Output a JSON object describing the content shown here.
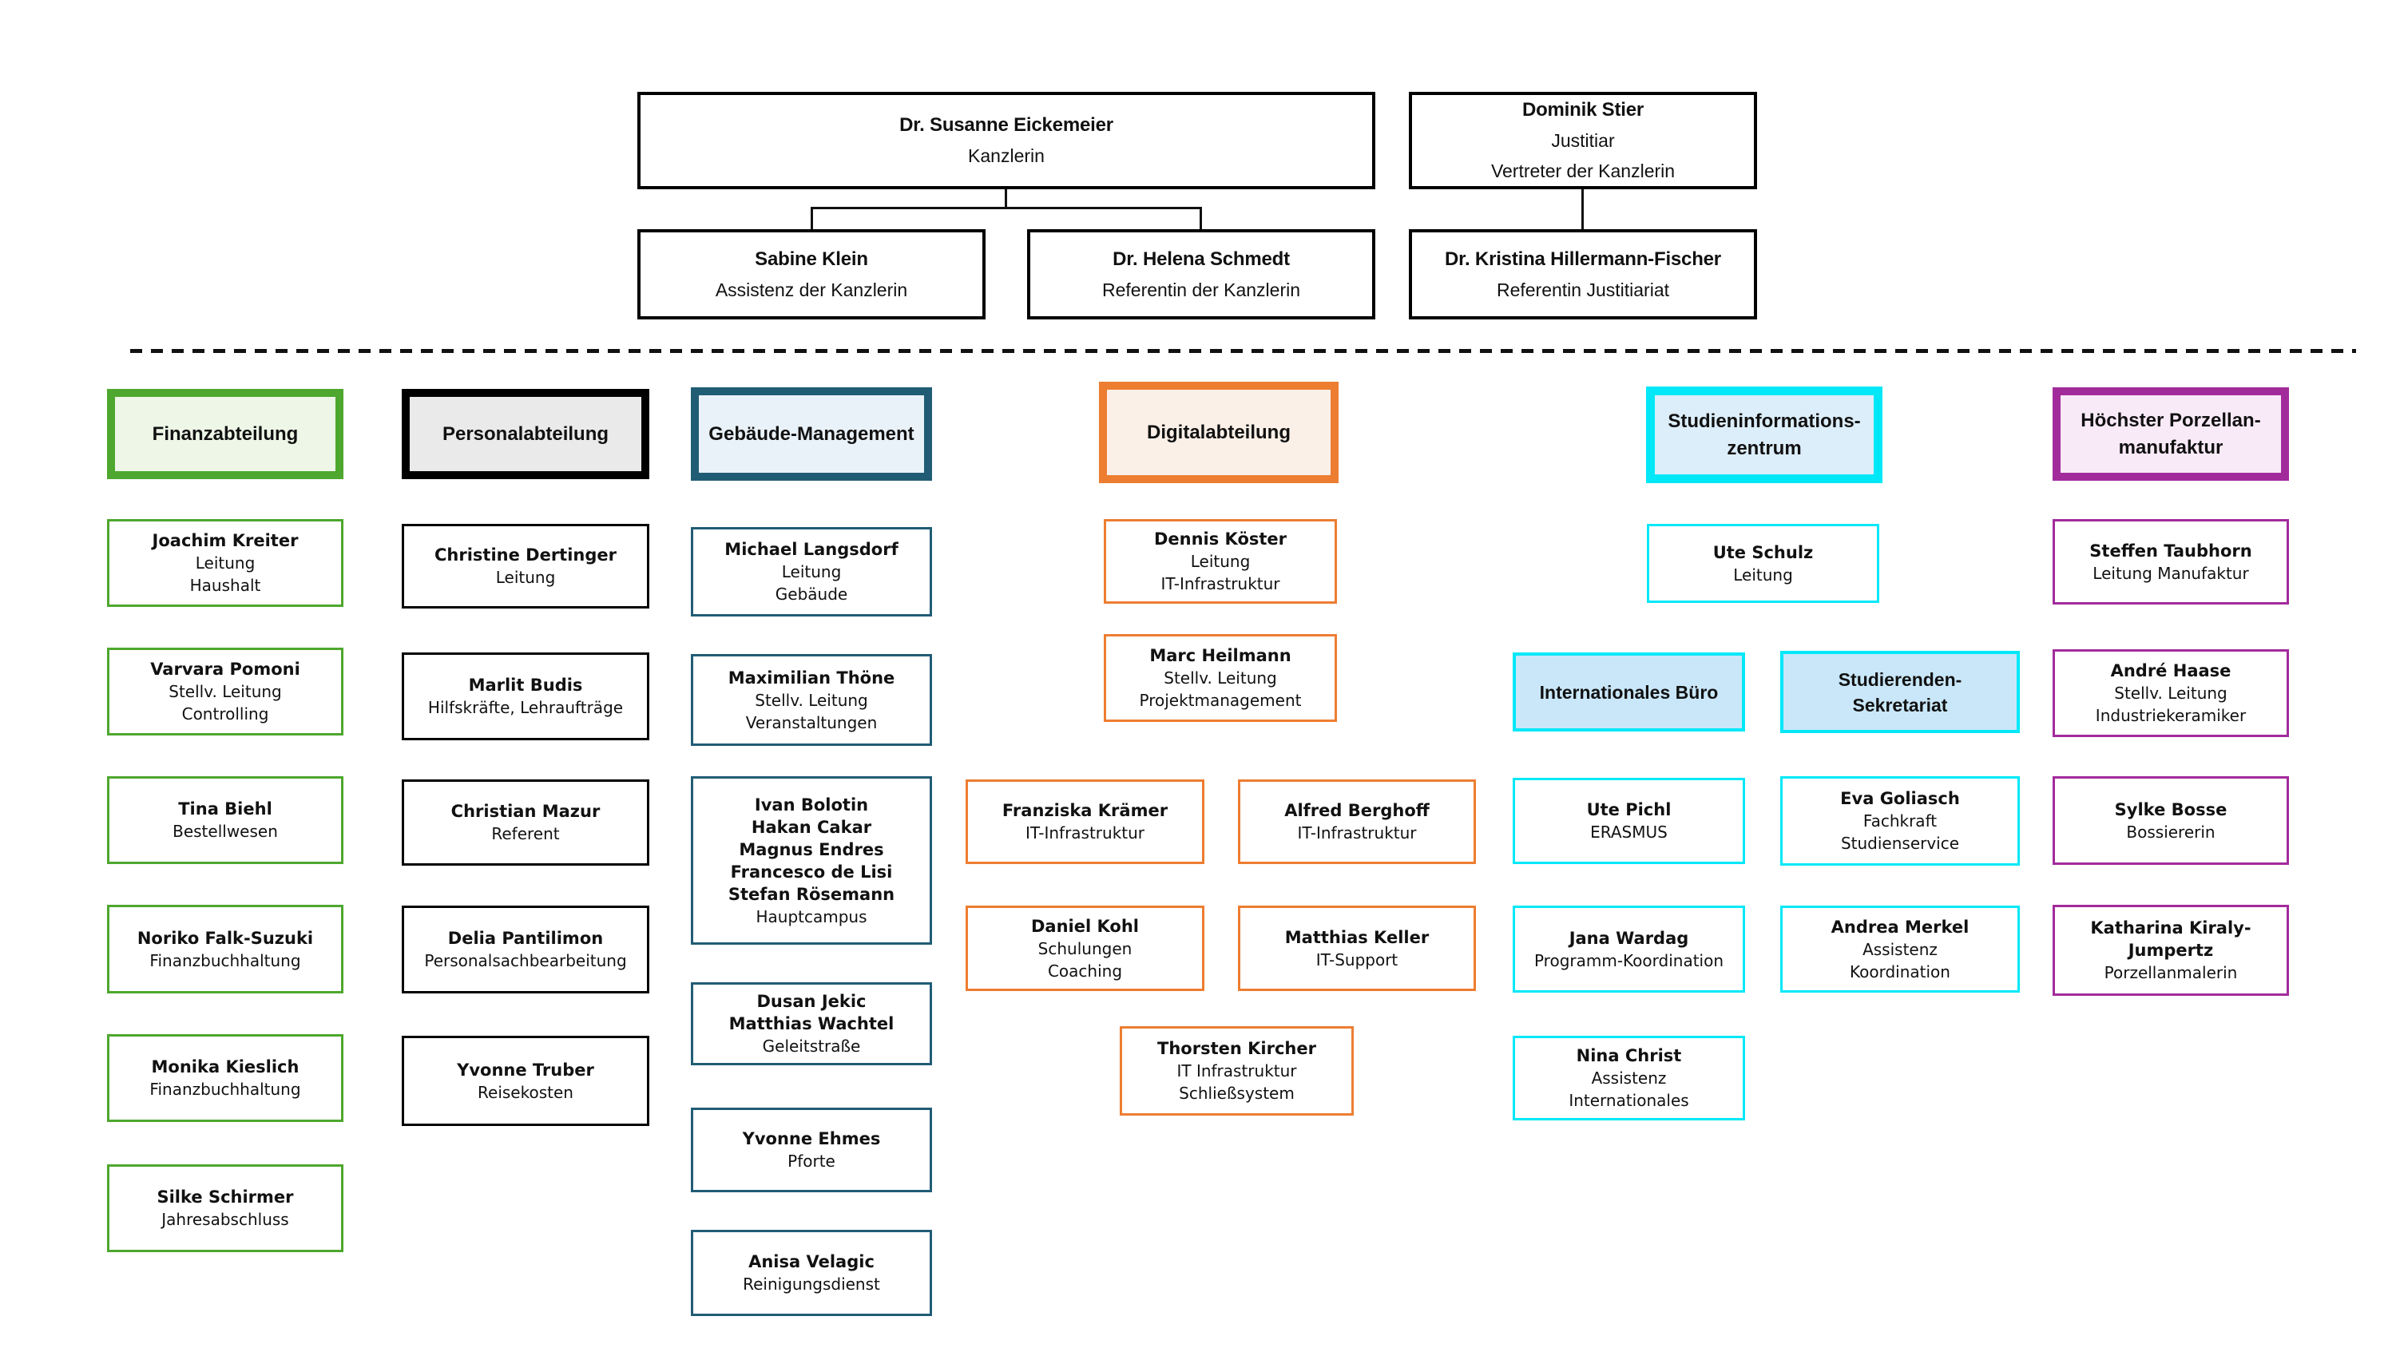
{
  "diagram_type": "org_chart",
  "colors": {
    "background": "#FFFFFF",
    "connector": "#111111",
    "finance_green": "#4EA72E",
    "hr_black": "#000000",
    "facility_teal": "#215C75",
    "digital_orange": "#ED7D31",
    "study_info_cyan": "#00E8F8",
    "porcelain_purple": "#A22B9B"
  },
  "leadership": {
    "chancellor": {
      "bold": [
        "Dr. Susanne Eickemeier"
      ],
      "normal": [
        "Kanzlerin"
      ]
    },
    "legal_counsel": {
      "bold": [
        "Dominik Stier"
      ],
      "normal": [
        "Justitiar",
        "Vertreter der Kanzlerin"
      ]
    },
    "chancellor_assistant": {
      "bold": [
        "Sabine Klein"
      ],
      "normal": [
        "Assistenz der Kanzlerin"
      ]
    },
    "chancellor_advisor": {
      "bold": [
        "Dr. Helena Schmedt"
      ],
      "normal": [
        "Referentin der Kanzlerin"
      ]
    },
    "legal_advisor": {
      "bold": [
        "Dr. Kristina Hillermann-Fischer"
      ],
      "normal": [
        "Referentin Justitiariat"
      ]
    }
  },
  "departments": {
    "finance": {
      "header": {
        "bold": [
          "Finanzabteilung"
        ]
      },
      "items": [
        {
          "bold": [
            "Joachim Kreiter"
          ],
          "normal": [
            "Leitung",
            "Haushalt"
          ]
        },
        {
          "bold": [
            "Varvara Pomoni"
          ],
          "normal": [
            "Stellv. Leitung",
            "Controlling"
          ]
        },
        {
          "bold": [
            "Tina Biehl"
          ],
          "normal": [
            "Bestellwesen"
          ]
        },
        {
          "bold": [
            "Noriko Falk-Suzuki"
          ],
          "normal": [
            "Finanzbuchhaltung"
          ]
        },
        {
          "bold": [
            "Monika Kieslich"
          ],
          "normal": [
            "Finanzbuchhaltung"
          ]
        },
        {
          "bold": [
            "Silke Schirmer"
          ],
          "normal": [
            "Jahresabschluss"
          ]
        }
      ]
    },
    "hr": {
      "header": {
        "bold": [
          "Personalabteilung"
        ]
      },
      "items": [
        {
          "bold": [
            "Christine Dertinger"
          ],
          "normal": [
            "Leitung"
          ]
        },
        {
          "bold": [
            "Marlit Budis"
          ],
          "normal": [
            "Hilfskräfte, Lehraufträge"
          ]
        },
        {
          "bold": [
            "Christian Mazur"
          ],
          "normal": [
            "Referent"
          ]
        },
        {
          "bold": [
            "Delia Pantilimon"
          ],
          "normal": [
            "Personalsachbearbeitung"
          ]
        },
        {
          "bold": [
            "Yvonne Truber"
          ],
          "normal": [
            "Reisekosten"
          ]
        }
      ]
    },
    "facility": {
      "header": {
        "bold": [
          "Gebäude-Management"
        ]
      },
      "items": [
        {
          "bold": [
            "Michael Langsdorf"
          ],
          "normal": [
            "Leitung",
            "Gebäude"
          ]
        },
        {
          "bold": [
            "Maximilian Thöne"
          ],
          "normal": [
            "Stellv. Leitung",
            "Veranstaltungen"
          ]
        },
        {
          "bold": [
            "Ivan Bolotin",
            "Hakan Cakar",
            "Magnus Endres",
            "Francesco de Lisi",
            "Stefan Rösemann"
          ],
          "normal": [
            "Hauptcampus"
          ]
        },
        {
          "bold": [
            "Dusan Jekic",
            "Matthias Wachtel"
          ],
          "normal": [
            "Geleitstraße"
          ]
        },
        {
          "bold": [
            "Yvonne Ehmes"
          ],
          "normal": [
            "Pforte"
          ]
        },
        {
          "bold": [
            "Anisa Velagic"
          ],
          "normal": [
            "Reinigungsdienst"
          ]
        }
      ]
    },
    "digital": {
      "header": {
        "bold": [
          "Digitalabteilung"
        ]
      },
      "items": [
        {
          "bold": [
            "Dennis Köster"
          ],
          "normal": [
            "Leitung",
            "IT-Infrastruktur"
          ]
        },
        {
          "bold": [
            "Marc Heilmann"
          ],
          "normal": [
            "Stellv. Leitung",
            "Projektmanagement"
          ]
        },
        {
          "bold": [
            "Franziska Krämer"
          ],
          "normal": [
            "IT-Infrastruktur"
          ]
        },
        {
          "bold": [
            "Alfred Berghoff"
          ],
          "normal": [
            "IT-Infrastruktur"
          ]
        },
        {
          "bold": [
            "Daniel Kohl"
          ],
          "normal": [
            "Schulungen",
            "Coaching"
          ]
        },
        {
          "bold": [
            "Matthias Keller"
          ],
          "normal": [
            "IT-Support"
          ]
        },
        {
          "bold": [
            "Thorsten Kircher"
          ],
          "normal": [
            "IT Infrastruktur",
            "Schließsystem"
          ]
        }
      ]
    },
    "study_info": {
      "header": {
        "bold": [
          "Studieninformations-",
          "zentrum"
        ]
      },
      "leitung": {
        "bold": [
          "Ute Schulz"
        ],
        "normal": [
          "Leitung"
        ]
      },
      "international_office": {
        "header": {
          "bold": [
            "Internationales Büro"
          ]
        },
        "items": [
          {
            "bold": [
              "Ute Pichl"
            ],
            "normal": [
              "ERASMUS"
            ]
          },
          {
            "bold": [
              "Jana Wardag"
            ],
            "normal": [
              "Programm-Koordination"
            ]
          },
          {
            "bold": [
              "Nina Christ"
            ],
            "normal": [
              "Assistenz",
              "Internationales"
            ]
          }
        ]
      },
      "student_secretariat": {
        "header": {
          "bold": [
            "Studierenden-",
            "Sekretariat"
          ]
        },
        "items": [
          {
            "bold": [
              "Eva Goliasch"
            ],
            "normal": [
              "Fachkraft",
              "Studienservice"
            ]
          },
          {
            "bold": [
              "Andrea Merkel"
            ],
            "normal": [
              "Assistenz",
              "Koordination"
            ]
          }
        ]
      }
    },
    "porcelain": {
      "header": {
        "bold": [
          "Höchster Porzellan-",
          "manufaktur"
        ]
      },
      "items": [
        {
          "bold": [
            "Steffen Taubhorn"
          ],
          "normal": [
            "Leitung Manufaktur"
          ]
        },
        {
          "bold": [
            "André Haase"
          ],
          "normal": [
            "Stellv. Leitung",
            "Industriekeramiker"
          ]
        },
        {
          "bold": [
            "Sylke Bosse"
          ],
          "normal": [
            "Bossiererin"
          ]
        },
        {
          "bold": [
            "Katharina Kiraly-",
            "Jumpertz"
          ],
          "normal": [
            "Porzellanmalerin"
          ]
        }
      ]
    }
  }
}
